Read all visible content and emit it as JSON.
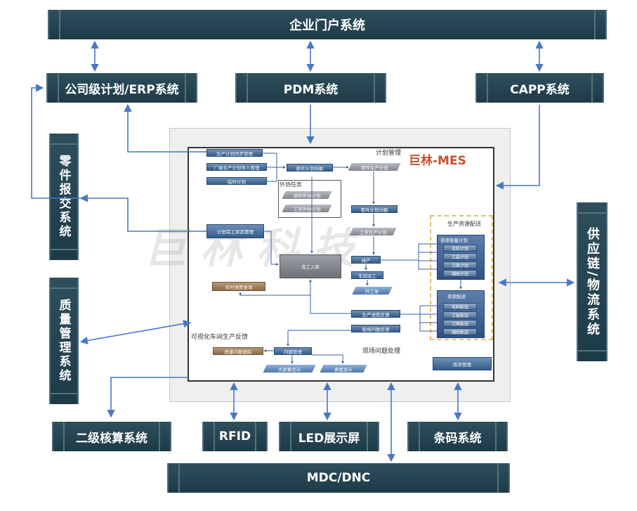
{
  "systems": {
    "portal": "企业门户系统",
    "erp": "公司级计划/ERP系统",
    "pdm": "PDM系统",
    "capp": "CAPP系统",
    "parts_report": "零件报交系统",
    "quality": "质量管理系统",
    "supply": "供应链/物流系统",
    "cost": "二级核算系统",
    "rfid": "RFID",
    "led": "LED展示屏",
    "barcode": "条码系统",
    "mdc": "MDC/DNC"
  },
  "mes": {
    "title": "巨林-MES",
    "plan_mgmt": "计划管理",
    "outsource": "外协任务",
    "resource_alloc": "生产资源配送",
    "visual_feedback": "可视化车间生产反馈",
    "onsite_issue": "现场问题处理",
    "watermark": "巨林科技",
    "boxes": {
      "plan_sync": "生产计划同步管理",
      "plan_import": "厂级生产计划导入管理",
      "temp_plan": "临时计划",
      "task_split": "部件计划拆解",
      "part_plan": "零件生产计划",
      "out_plan": "部件外协计划",
      "proc_plan": "工序外协计划",
      "part_split": "零件计划分解",
      "proc_prod": "工序生产计划",
      "finish_status": "计划完工状态管理",
      "storage": "完工入库",
      "schedule": "排产",
      "dispatch": "车间派工",
      "work_order": "开工单",
      "realtime": "实时进度查询",
      "progress_fb": "生产进度反馈",
      "onsite_fb": "现场问题反馈",
      "issue_mgmt": "问题管理",
      "quality_issue": "质量问题跟踪",
      "big_screen": "大屏幕显示",
      "desk_show": "桌面显示",
      "inventory": "库存管理",
      "resource_prep_title": "资源准备计划",
      "resource_dist_title": "资源配送"
    },
    "resource_prep": [
      "毛料计划",
      "工装计划",
      "刀具计划",
      "辅助计划"
    ],
    "resource_dist": [
      "毛料配送",
      "工装配送",
      "刀具配送",
      "辅助配送"
    ]
  },
  "colors": {
    "system": "#1d3a47",
    "arrow": "#4a77c4",
    "mes_title": "#c8502b"
  }
}
